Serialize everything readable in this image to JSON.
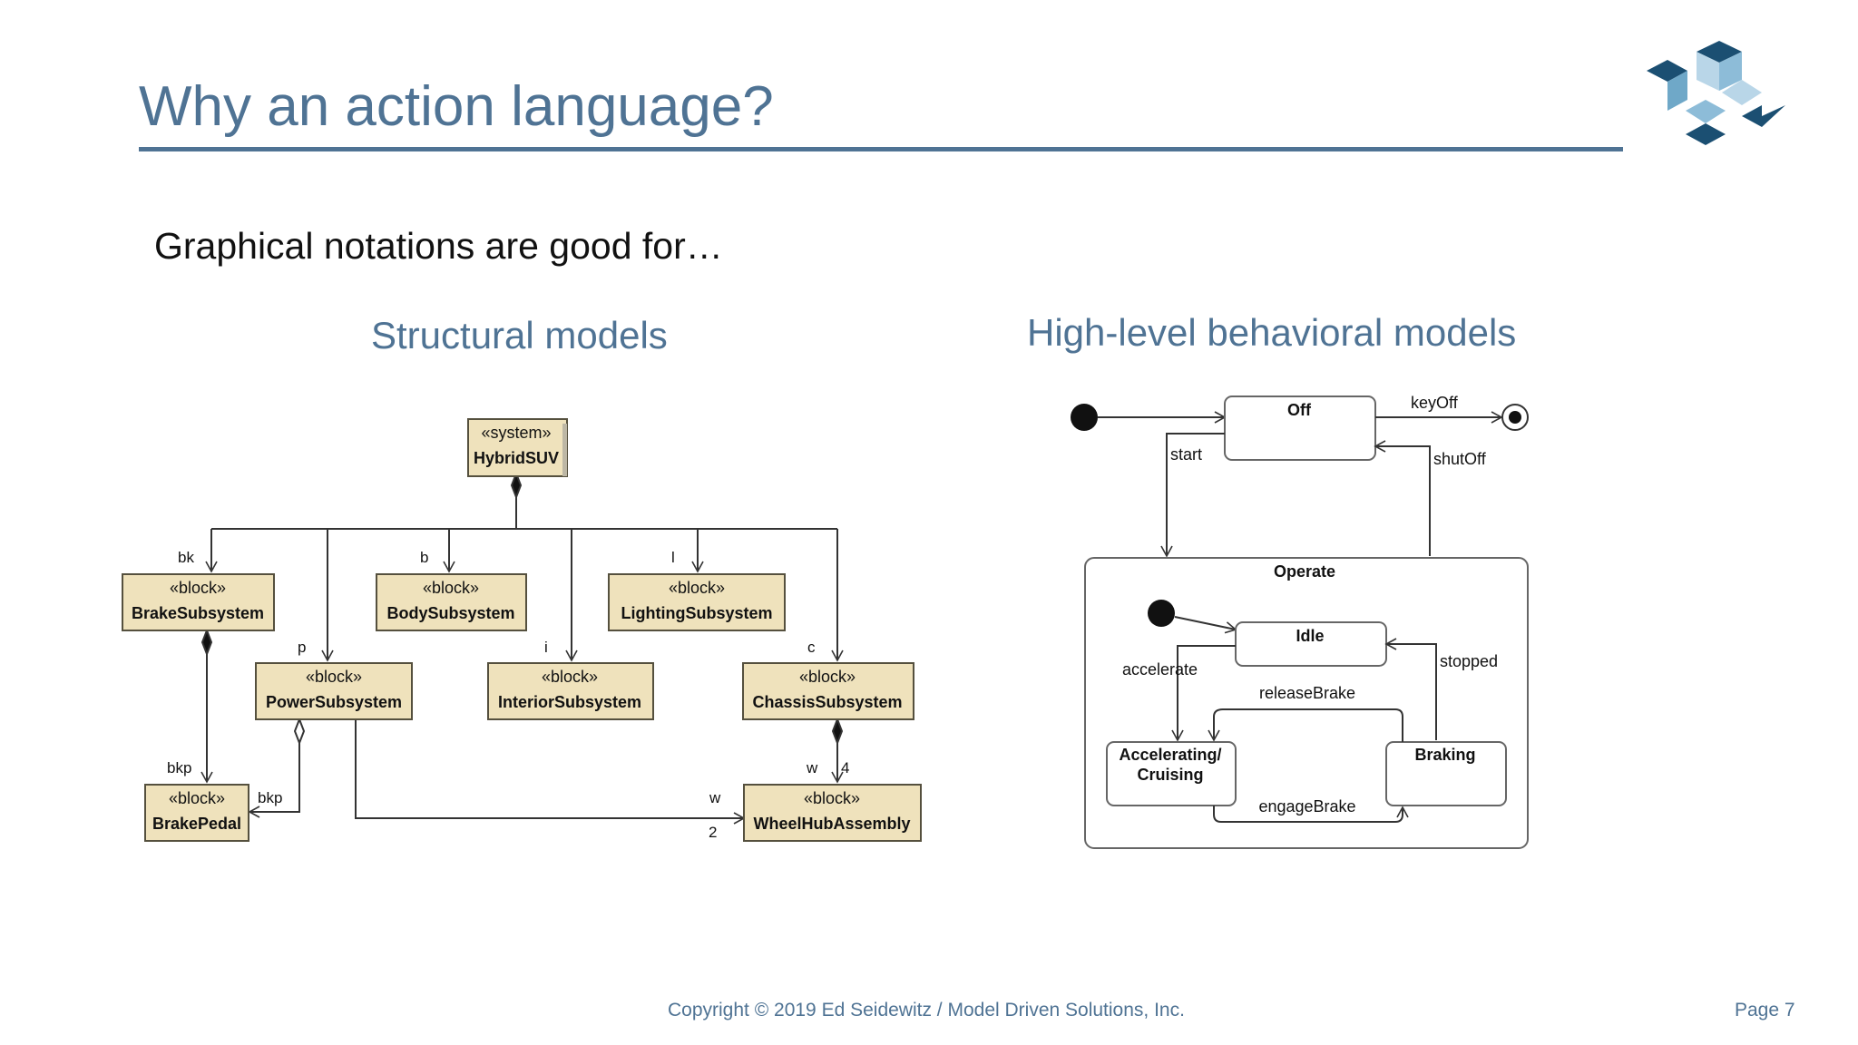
{
  "slide": {
    "title": "Why an action language?",
    "bullet": "Graphical notations are good for…",
    "left_heading": "Structural models",
    "right_heading": "High-level behavioral models",
    "copyright": "Copyright © 2019 Ed Seidewitz / Model Driven Solutions, Inc.",
    "page": "Page 7"
  },
  "colors": {
    "title": "#4f7394",
    "block_fill": "#efe2bc",
    "block_border": "#55503e"
  },
  "structure": {
    "system": {
      "stereotype": "«system»",
      "name": "HybridSUV"
    },
    "blocks": {
      "brake": {
        "stereotype": "«block»",
        "name": "BrakeSubsystem"
      },
      "body": {
        "stereotype": "«block»",
        "name": "BodySubsystem"
      },
      "lighting": {
        "stereotype": "«block»",
        "name": "LightingSubsystem"
      },
      "power": {
        "stereotype": "«block»",
        "name": "PowerSubsystem"
      },
      "interior": {
        "stereotype": "«block»",
        "name": "InteriorSubsystem"
      },
      "chassis": {
        "stereotype": "«block»",
        "name": "ChassisSubsystem"
      },
      "pedal": {
        "stereotype": "«block»",
        "name": "BrakePedal"
      },
      "wheel": {
        "stereotype": "«block»",
        "name": "WheelHubAssembly"
      }
    },
    "roles": {
      "bk": "bk",
      "b": "b",
      "l": "l",
      "p": "p",
      "i": "i",
      "c": "c",
      "bkp1": "bkp",
      "bkp2": "bkp",
      "w1": "w",
      "w2": "w",
      "mult4": "4",
      "mult2": "2"
    }
  },
  "behavior": {
    "states": {
      "off": "Off",
      "operate": "Operate",
      "idle": "Idle",
      "accel": "Accelerating/",
      "accel2": "Cruising",
      "braking": "Braking"
    },
    "transitions": {
      "keyoff": "keyOff",
      "start": "start",
      "shutoff": "shutOff",
      "accelerate": "accelerate",
      "stopped": "stopped",
      "release": "releaseBrake",
      "engage": "engageBrake"
    }
  }
}
